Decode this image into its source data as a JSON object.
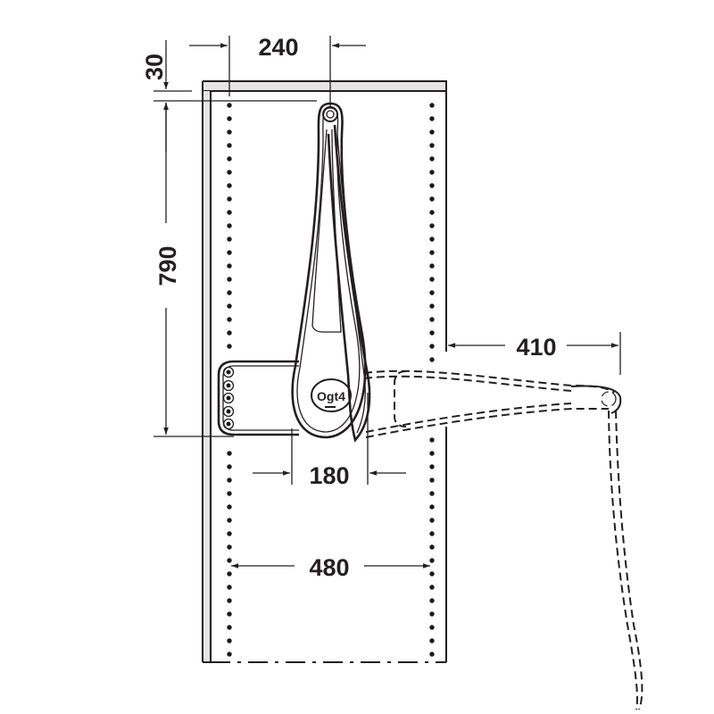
{
  "diagram": {
    "type": "technical-dimension-drawing",
    "subject": "wardrobe pull-down clothes rail mechanism, side view inside cabinet",
    "units": "mm",
    "colors": {
      "line": "#231f20",
      "panel_fill": "#e4e4e4",
      "background": "#ffffff"
    }
  },
  "dimensions": {
    "top_offset": {
      "label": "30",
      "orientation": "vertical"
    },
    "pivot_depth": {
      "label": "240",
      "orientation": "horizontal"
    },
    "mount_height": {
      "label": "790",
      "orientation": "vertical"
    },
    "extension": {
      "label": "410",
      "orientation": "horizontal"
    },
    "base_depth": {
      "label": "180",
      "orientation": "horizontal"
    },
    "inner_depth": {
      "label": "480",
      "orientation": "horizontal"
    }
  },
  "parts": {
    "cabinet": "cabinet-side-panel",
    "mechanism": "lift-arm-closed",
    "mechanism_extended": "lift-arm-extended-dashed",
    "mount_plate": "wall-mount-plate",
    "logo_badge": "Ogt4"
  }
}
